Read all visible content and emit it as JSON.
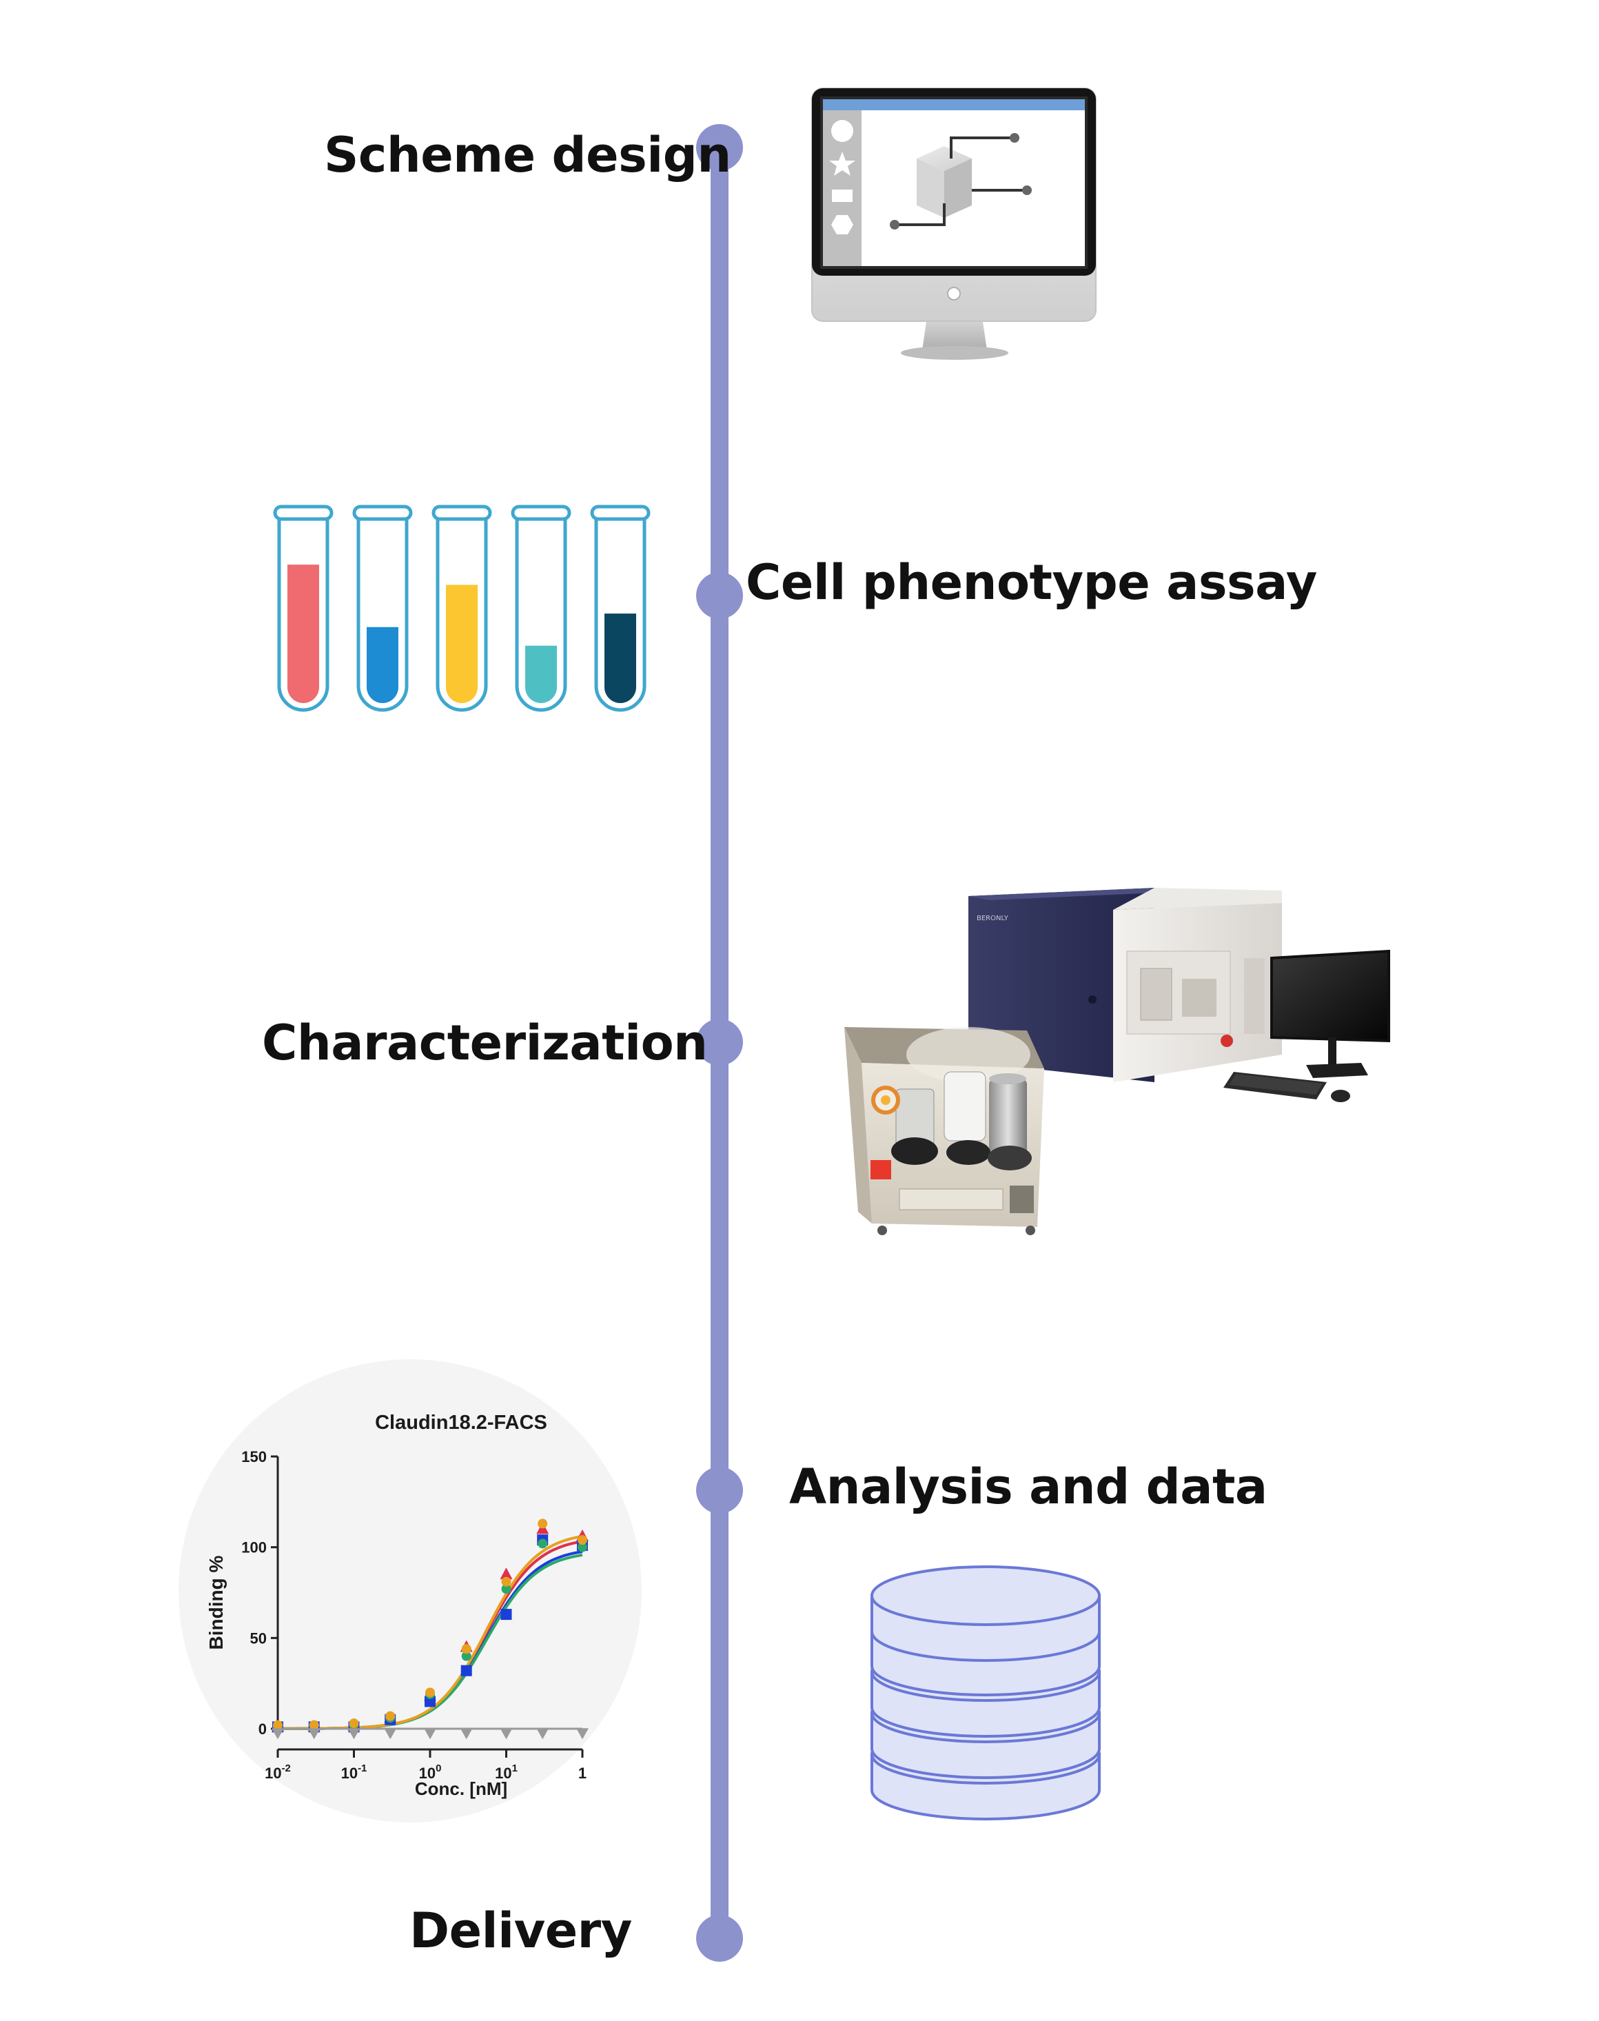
{
  "steps": [
    {
      "label": "Scheme design"
    },
    {
      "label": "Cell phenotype assay"
    },
    {
      "label": "Characterization"
    },
    {
      "label": "Analysis and data"
    },
    {
      "label": "Delivery"
    }
  ],
  "colors": {
    "timeline": "#8c92cc",
    "tubes": [
      "#ef6b70",
      "#1e8cd2",
      "#fbc630",
      "#4ec0c4",
      "#0a4660"
    ],
    "tube_outline": "#3fa7cf",
    "database_fill": "#dfe3f8",
    "database_stroke": "#6a78d6"
  },
  "tubes": [
    {
      "level": 0.82
    },
    {
      "level": 0.45
    },
    {
      "level": 0.7
    },
    {
      "level": 0.34
    },
    {
      "level": 0.53
    }
  ],
  "icons": {
    "design": "computer-monitor-icon",
    "assay": "test-tubes-icon",
    "characterization": "lab-instrument-icon",
    "analysis": "database-icon"
  },
  "instrument_brand": "BERONLY",
  "chart_data": {
    "type": "scatter",
    "title": "Claudin18.2-FACS",
    "xlabel": "Conc. [nM]",
    "ylabel": "Binding %",
    "xscale": "log",
    "xlim": [
      0.01,
      100
    ],
    "ylim": [
      0,
      150
    ],
    "xticks": [
      "10-2",
      "10-1",
      "100",
      "101",
      "1"
    ],
    "yticks": [
      "0",
      "50",
      "100",
      "150"
    ],
    "series": [
      {
        "color": "#e0304a",
        "x": [
          0.01,
          0.03,
          0.1,
          0.3,
          1,
          3,
          10,
          30,
          100
        ],
        "y": [
          1,
          1,
          2,
          6,
          18,
          45,
          85,
          110,
          106
        ]
      },
      {
        "color": "#1a3fd8",
        "x": [
          0.01,
          0.03,
          0.1,
          0.3,
          1,
          3,
          10,
          30,
          100
        ],
        "y": [
          1,
          1,
          1,
          5,
          15,
          32,
          63,
          104,
          101
        ]
      },
      {
        "color": "#2aa86a",
        "x": [
          0.01,
          0.03,
          0.1,
          0.3,
          1,
          3,
          10,
          30,
          100
        ],
        "y": [
          1,
          2,
          2,
          6,
          19,
          40,
          77,
          102,
          100
        ]
      },
      {
        "color": "#e8a020",
        "x": [
          0.01,
          0.03,
          0.1,
          0.3,
          1,
          3,
          10,
          30,
          100
        ],
        "y": [
          2,
          2,
          3,
          7,
          20,
          44,
          81,
          113,
          104
        ]
      },
      {
        "color": "#9a9a9a",
        "x": [
          0.01,
          0.03,
          0.1,
          0.3,
          1,
          3,
          10,
          30,
          100
        ],
        "y": [
          -2,
          -2,
          -2,
          -2,
          -2,
          -2,
          -2,
          -2,
          -2
        ]
      }
    ]
  }
}
